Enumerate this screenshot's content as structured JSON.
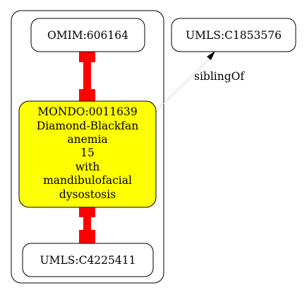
{
  "nodes": {
    "omim": {
      "label": "OMIM:606164"
    },
    "umls_c1853576": {
      "label": "UMLS:C1853576"
    },
    "mondo": {
      "lines": [
        "MONDO:0011639",
        "Diamond-Blackfan",
        "anemia",
        "15",
        "with",
        "mandibulofacial",
        "dysostosis"
      ],
      "fill": "#ffff00"
    },
    "umls_c4225411": {
      "label": "UMLS:C4225411"
    }
  },
  "edges": {
    "sibling_of": {
      "label": "siblingOf"
    },
    "equivalent_color": "#ff0000"
  }
}
